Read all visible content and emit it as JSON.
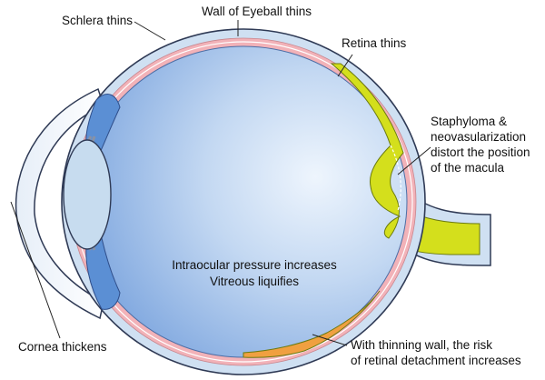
{
  "labels": {
    "wall": "Wall of Eyeball thins",
    "sclera": "Schlera thins",
    "retina": "Retina thins",
    "staphyloma": [
      "Staphyloma &",
      "neovasularization",
      "distort the position",
      "of the macula"
    ],
    "pressure": "Intraocular pressure increases",
    "vitreous": "Vitreous liquifies",
    "cornea": "Cornea thickens",
    "detachment": [
      "With thinning wall, the risk",
      "of retinal detachment increases"
    ]
  },
  "colors": {
    "sclera_outline": "#2f3a55",
    "sclera_fill": "#cfe0f2",
    "retina": "#f2b2b8",
    "nerve": "#d4df1c",
    "vitreous": "#8fb3e6",
    "iris": "#5b8fd4",
    "detachment": "#f0a040",
    "leader": "#222222"
  }
}
